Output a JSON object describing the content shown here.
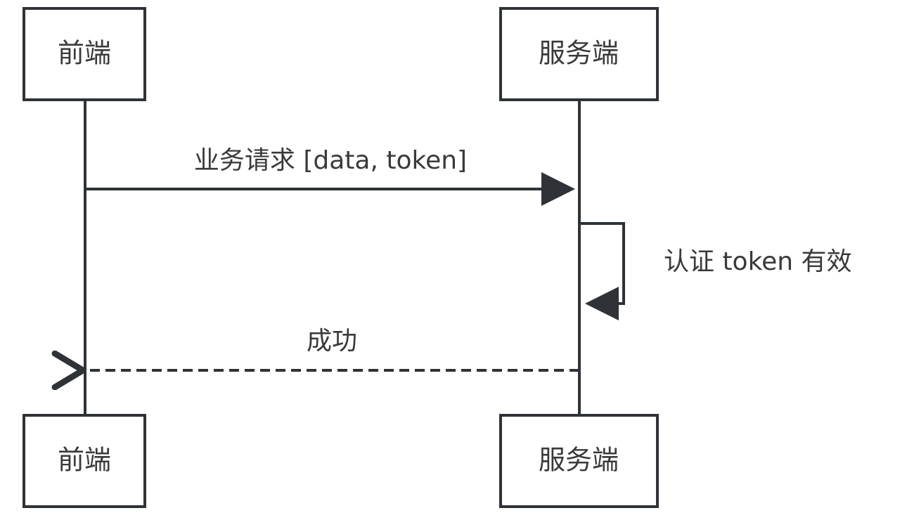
{
  "participants": {
    "frontend": {
      "top_label": "前端",
      "bottom_label": "前端"
    },
    "backend": {
      "top_label": "服务端",
      "bottom_label": "服务端"
    }
  },
  "messages": [
    {
      "label": "业务请求 [data, token]"
    },
    {
      "label": "认证 token 有效"
    },
    {
      "label": "成功"
    }
  ],
  "colors": {
    "line": "#2f3338",
    "text": "#3a3a3a",
    "background": "#ffffff"
  }
}
